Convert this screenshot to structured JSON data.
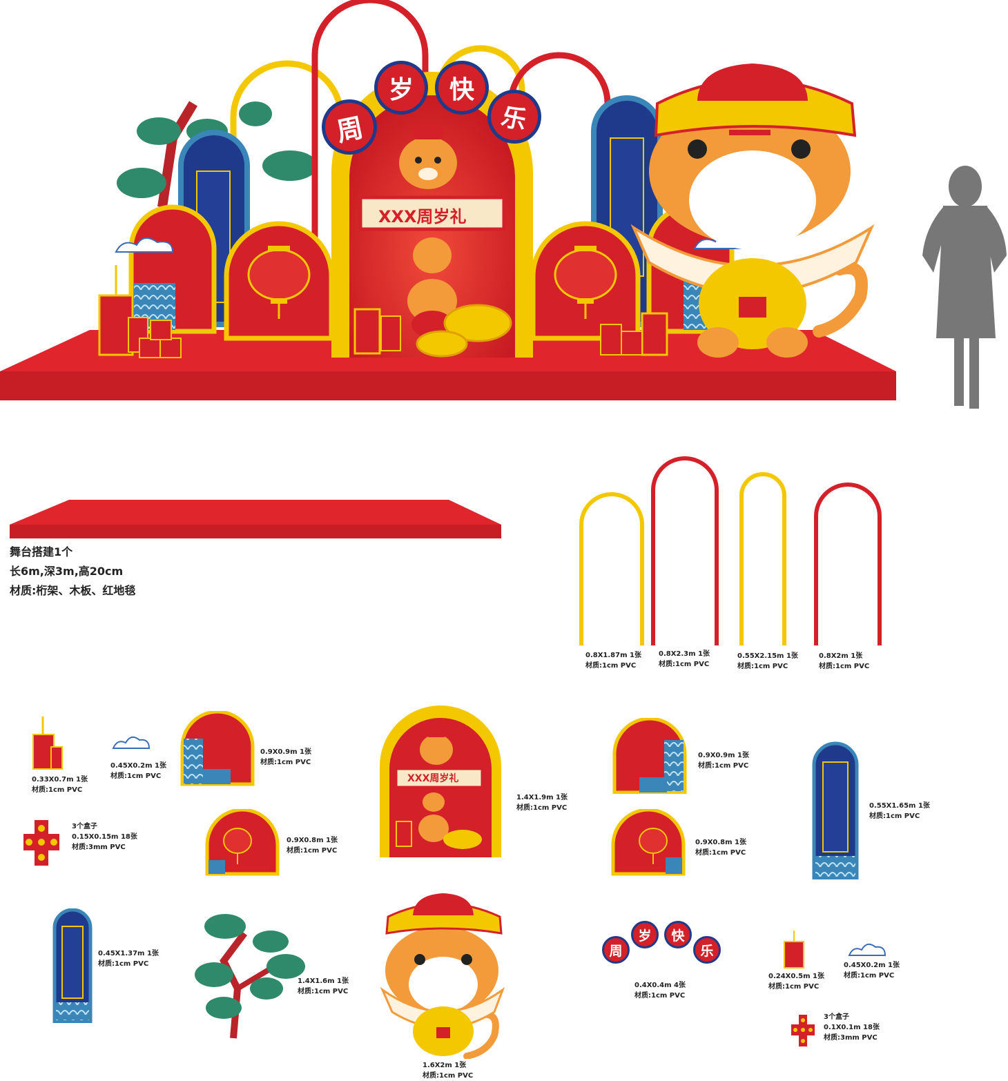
{
  "colors": {
    "red": "#d42028",
    "yellow": "#f4c800",
    "navy": "#1f3a8a",
    "orange": "#f39a3a",
    "teal": "#2f8f8a",
    "silhouette": "#777777"
  },
  "hero": {
    "title_chars": [
      "周",
      "岁",
      "快",
      "乐"
    ],
    "banner": "XXX周岁礼"
  },
  "stage": {
    "lines": [
      "舞台搭建1个",
      "长6m,深3m,高20cm",
      "材质:桁架、木板、红地毯"
    ]
  },
  "arches": [
    {
      "size": "0.8X1.87m 1张",
      "material": "材质:1cm PVC"
    },
    {
      "size": "0.8X2.3m 1张",
      "material": "材质:1cm PVC"
    },
    {
      "size": "0.55X2.15m 1张",
      "material": "材质:1cm PVC"
    },
    {
      "size": "0.8X2m 1张",
      "material": "材质:1cm PVC"
    }
  ],
  "parts": {
    "firecracker_big": {
      "size": "0.33X0.7m 1张",
      "material": "材质:1cm PVC"
    },
    "cloud_left": {
      "size": "0.45X0.2m 1张",
      "material": "材质:1cm PVC"
    },
    "panel_wave_left": {
      "size": "0.9X0.9m 1张",
      "material": "材质:1cm PVC"
    },
    "boxes_big": {
      "count": "3个盒子",
      "size": "0.15X0.15m 18张",
      "material": "材质:3mm PVC"
    },
    "panel_lantern_left": {
      "size": "0.9X0.8m 1张",
      "material": "材质:1cm PVC"
    },
    "center_arch": {
      "size": "1.4X1.9m 1张",
      "material": "材质:1cm PVC",
      "banner": "XXX周岁礼"
    },
    "panel_wave_right": {
      "size": "0.9X0.9m 1张",
      "material": "材质:1cm PVC"
    },
    "panel_lantern_right": {
      "size": "0.9X0.8m 1张",
      "material": "材质:1cm PVC"
    },
    "blue_arch_tall": {
      "size": "0.55X1.65m 1张",
      "material": "材质:1cm PVC"
    },
    "blue_arch_small": {
      "size": "0.45X1.37m 1张",
      "material": "材质:1cm PVC"
    },
    "pine_tree": {
      "size": "1.4X1.6m 1张",
      "material": "材质:1cm PVC"
    },
    "tiger_frame": {
      "size": "1.6X2m 1张",
      "material": "材质:1cm PVC"
    },
    "title_discs": {
      "size": "0.4X0.4m 4张",
      "material": "材质:1cm PVC",
      "chars": [
        "周",
        "岁",
        "快",
        "乐"
      ]
    },
    "firecracker_small": {
      "size": "0.24X0.5m 1张",
      "material": "材质:1cm PVC"
    },
    "cloud_right": {
      "size": "0.45X0.2m 1张",
      "material": "材质:1cm PVC"
    },
    "boxes_small": {
      "count": "3个盒子",
      "size": "0.1X0.1m 18张",
      "material": "材质:3mm PVC"
    }
  }
}
